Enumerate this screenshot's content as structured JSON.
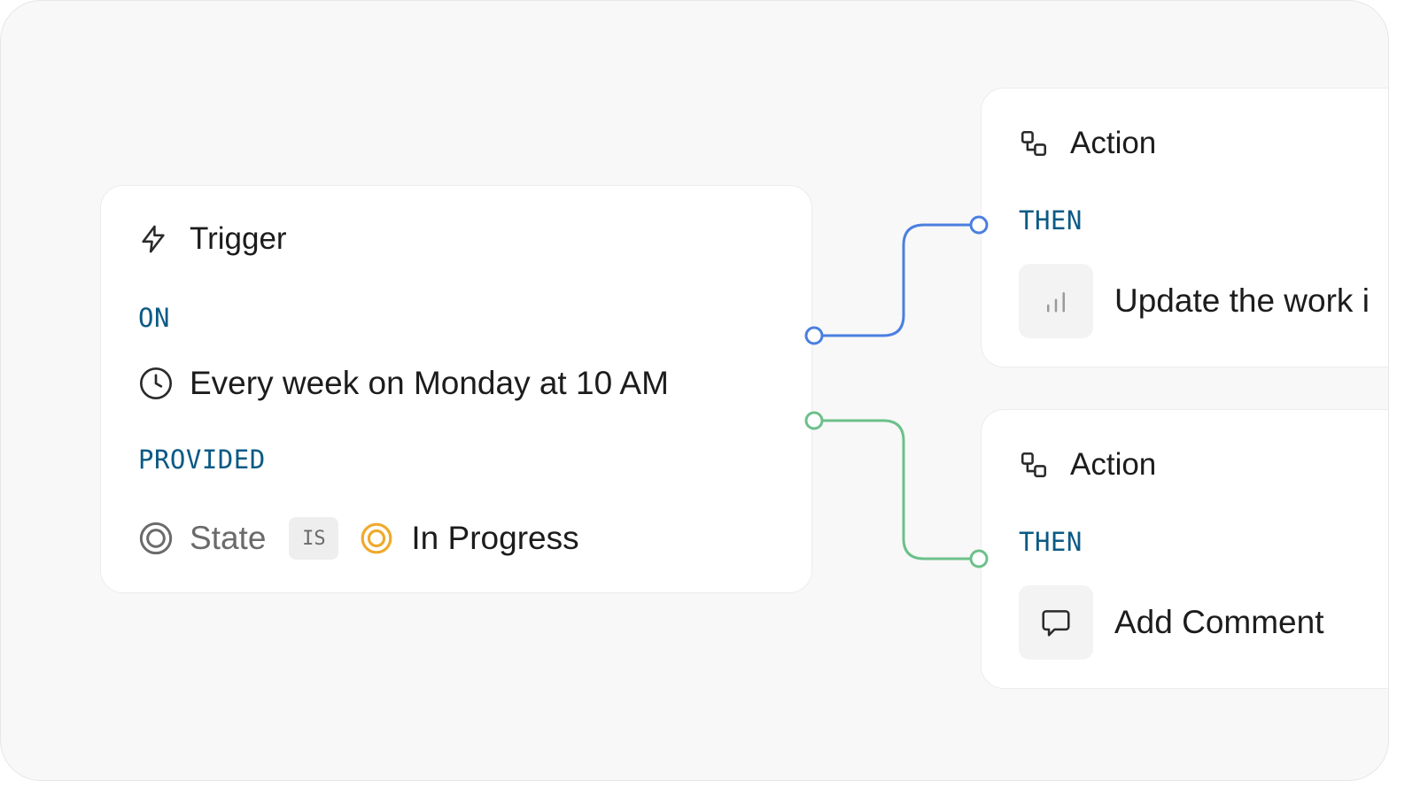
{
  "trigger": {
    "title": "Trigger",
    "on_label": "ON",
    "schedule": "Every week on Monday at 10 AM",
    "provided_label": "PROVIDED",
    "condition": {
      "field": "State",
      "operator": "IS",
      "value": "In Progress"
    }
  },
  "actions": [
    {
      "title": "Action",
      "then_label": "THEN",
      "label": "Update the work i"
    },
    {
      "title": "Action",
      "then_label": "THEN",
      "label": "Add Comment"
    }
  ],
  "colors": {
    "keyword": "#0b5a85",
    "connector_blue": "#4a7fe0",
    "connector_green": "#6cc08a",
    "in_progress": "#f0a92b"
  },
  "icons": {
    "trigger": "lightning-icon",
    "schedule": "clock-icon",
    "state": "state-ring-icon",
    "in_progress": "in-progress-icon",
    "action": "workflow-icon",
    "update": "bar-chart-icon",
    "comment": "comment-icon"
  }
}
